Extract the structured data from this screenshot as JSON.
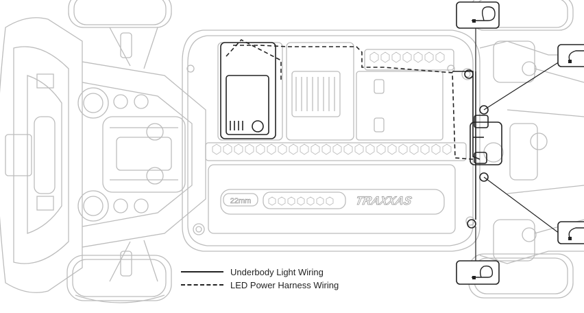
{
  "figure": {
    "chassis_badge": "22mm",
    "brand_mark": "TRAXXAS"
  },
  "legend": {
    "items": [
      {
        "label": "Underbody Light Wiring",
        "style": "solid"
      },
      {
        "label": "LED Power Harness Wiring",
        "style": "dashed"
      }
    ]
  },
  "colors": {
    "line_art": "#bdbdbd",
    "wiring": "#222222",
    "background": "#ffffff"
  }
}
